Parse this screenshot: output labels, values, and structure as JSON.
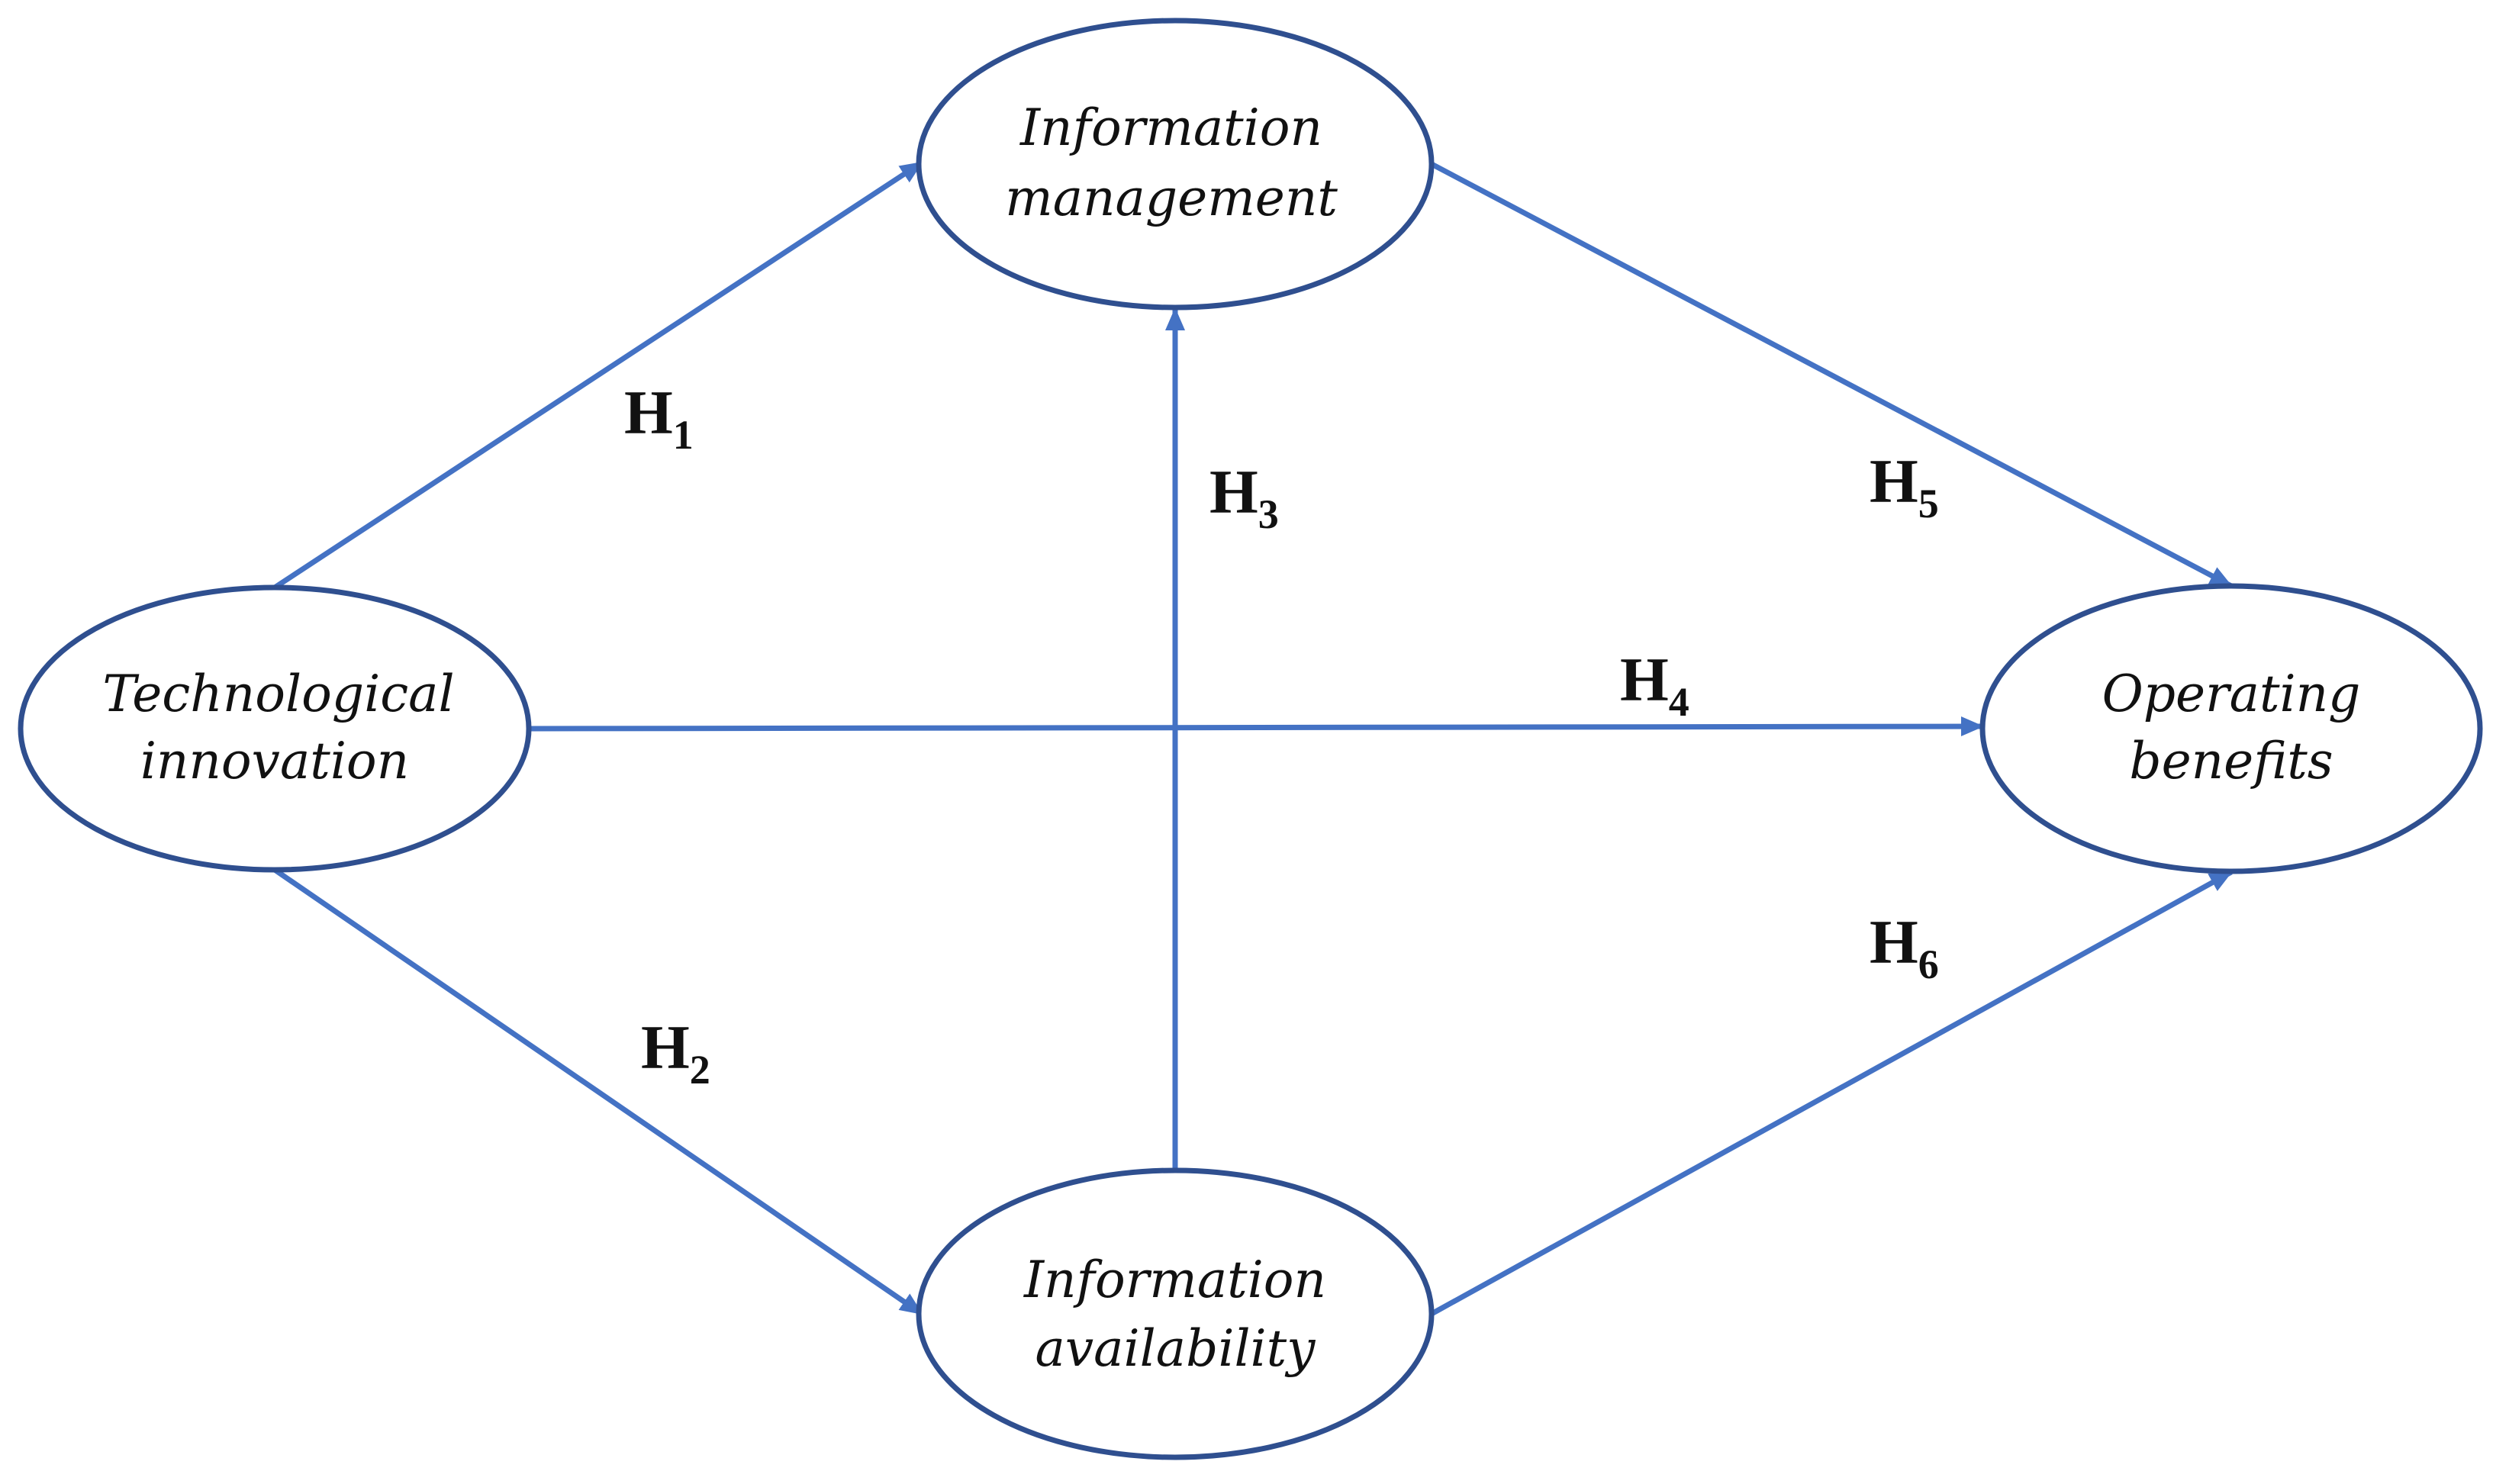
{
  "diagram": {
    "nodes": {
      "technological_innovation": {
        "line1": "Technological",
        "line2": "innovation"
      },
      "information_management": {
        "line1": "Information",
        "line2": "management"
      },
      "information_availability": {
        "line1": "Information",
        "line2": "availability"
      },
      "operating_benefits": {
        "line1": "Operating",
        "line2": "benefits"
      }
    },
    "hypotheses": {
      "h1": {
        "letter": "H",
        "number": "1"
      },
      "h2": {
        "letter": "H",
        "number": "2"
      },
      "h3": {
        "letter": "H",
        "number": "3"
      },
      "h4": {
        "letter": "H",
        "number": "4"
      },
      "h5": {
        "letter": "H",
        "number": "5"
      },
      "h6": {
        "letter": "H",
        "number": "6"
      }
    },
    "colors": {
      "arrow": "#4472c4",
      "node_border": "#2f4f8f",
      "text": "#111111",
      "background": "#ffffff"
    }
  }
}
